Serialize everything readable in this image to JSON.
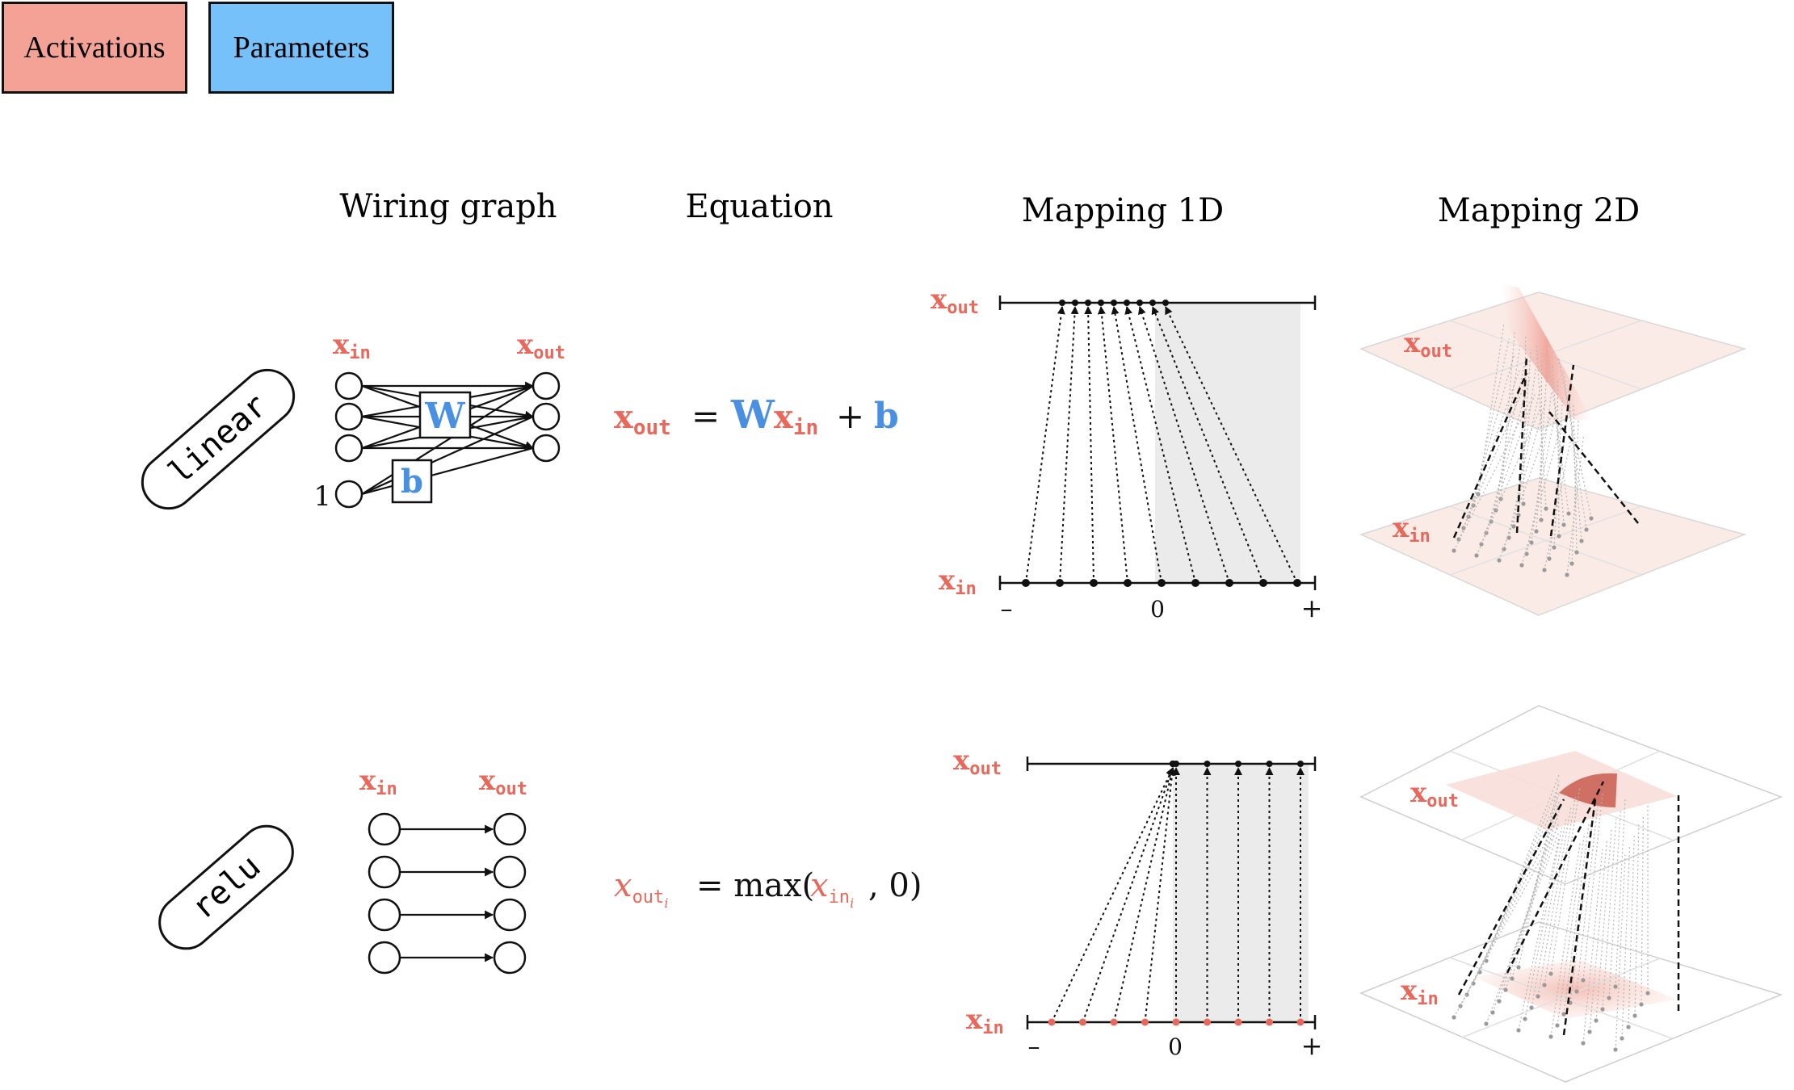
{
  "legend": {
    "activations_label": "Activations",
    "parameters_label": "Parameters",
    "activations_color": "#f4a196",
    "parameters_color": "#76c1fa"
  },
  "columns": {
    "wiring": "Wiring graph",
    "equation": "Equation",
    "map1d": "Mapping 1D",
    "map2d": "Mapping 2D"
  },
  "rows": [
    {
      "layer": "linear",
      "wiring": {
        "in_label": "x",
        "in_sub": "in",
        "out_label": "x",
        "out_sub": "out",
        "weight": "W",
        "bias": "b",
        "one": "1"
      },
      "equation": {
        "lhs": "x",
        "lhs_sub": "out",
        "eq": "=",
        "W": "W",
        "x": "x",
        "x_sub": "in",
        "plus": "+",
        "b": "b"
      },
      "map1d": {
        "out_label": "x",
        "out_sub": "out",
        "in_label": "x",
        "in_sub": "in",
        "tick_min": "–",
        "tick_zero": "0",
        "tick_max": "+"
      },
      "map2d": {
        "out_label": "x",
        "out_sub": "out",
        "in_label": "x",
        "in_sub": "in"
      }
    },
    {
      "layer": "relu",
      "wiring": {
        "in_label": "x",
        "in_sub": "in",
        "out_label": "x",
        "out_sub": "out"
      },
      "equation": {
        "lhs": "x",
        "lhs_sub": "out",
        "lhs_subsub": "i",
        "eq": "= max(",
        "x": "x",
        "x_sub": "in",
        "x_subsub": "i",
        "tail": ", 0)"
      },
      "map1d": {
        "out_label": "x",
        "out_sub": "out",
        "in_label": "x",
        "in_sub": "in",
        "tick_min": "–",
        "tick_zero": "0",
        "tick_max": "+"
      },
      "map2d": {
        "out_label": "x",
        "out_sub": "out",
        "in_label": "x",
        "in_sub": "in"
      }
    }
  ]
}
